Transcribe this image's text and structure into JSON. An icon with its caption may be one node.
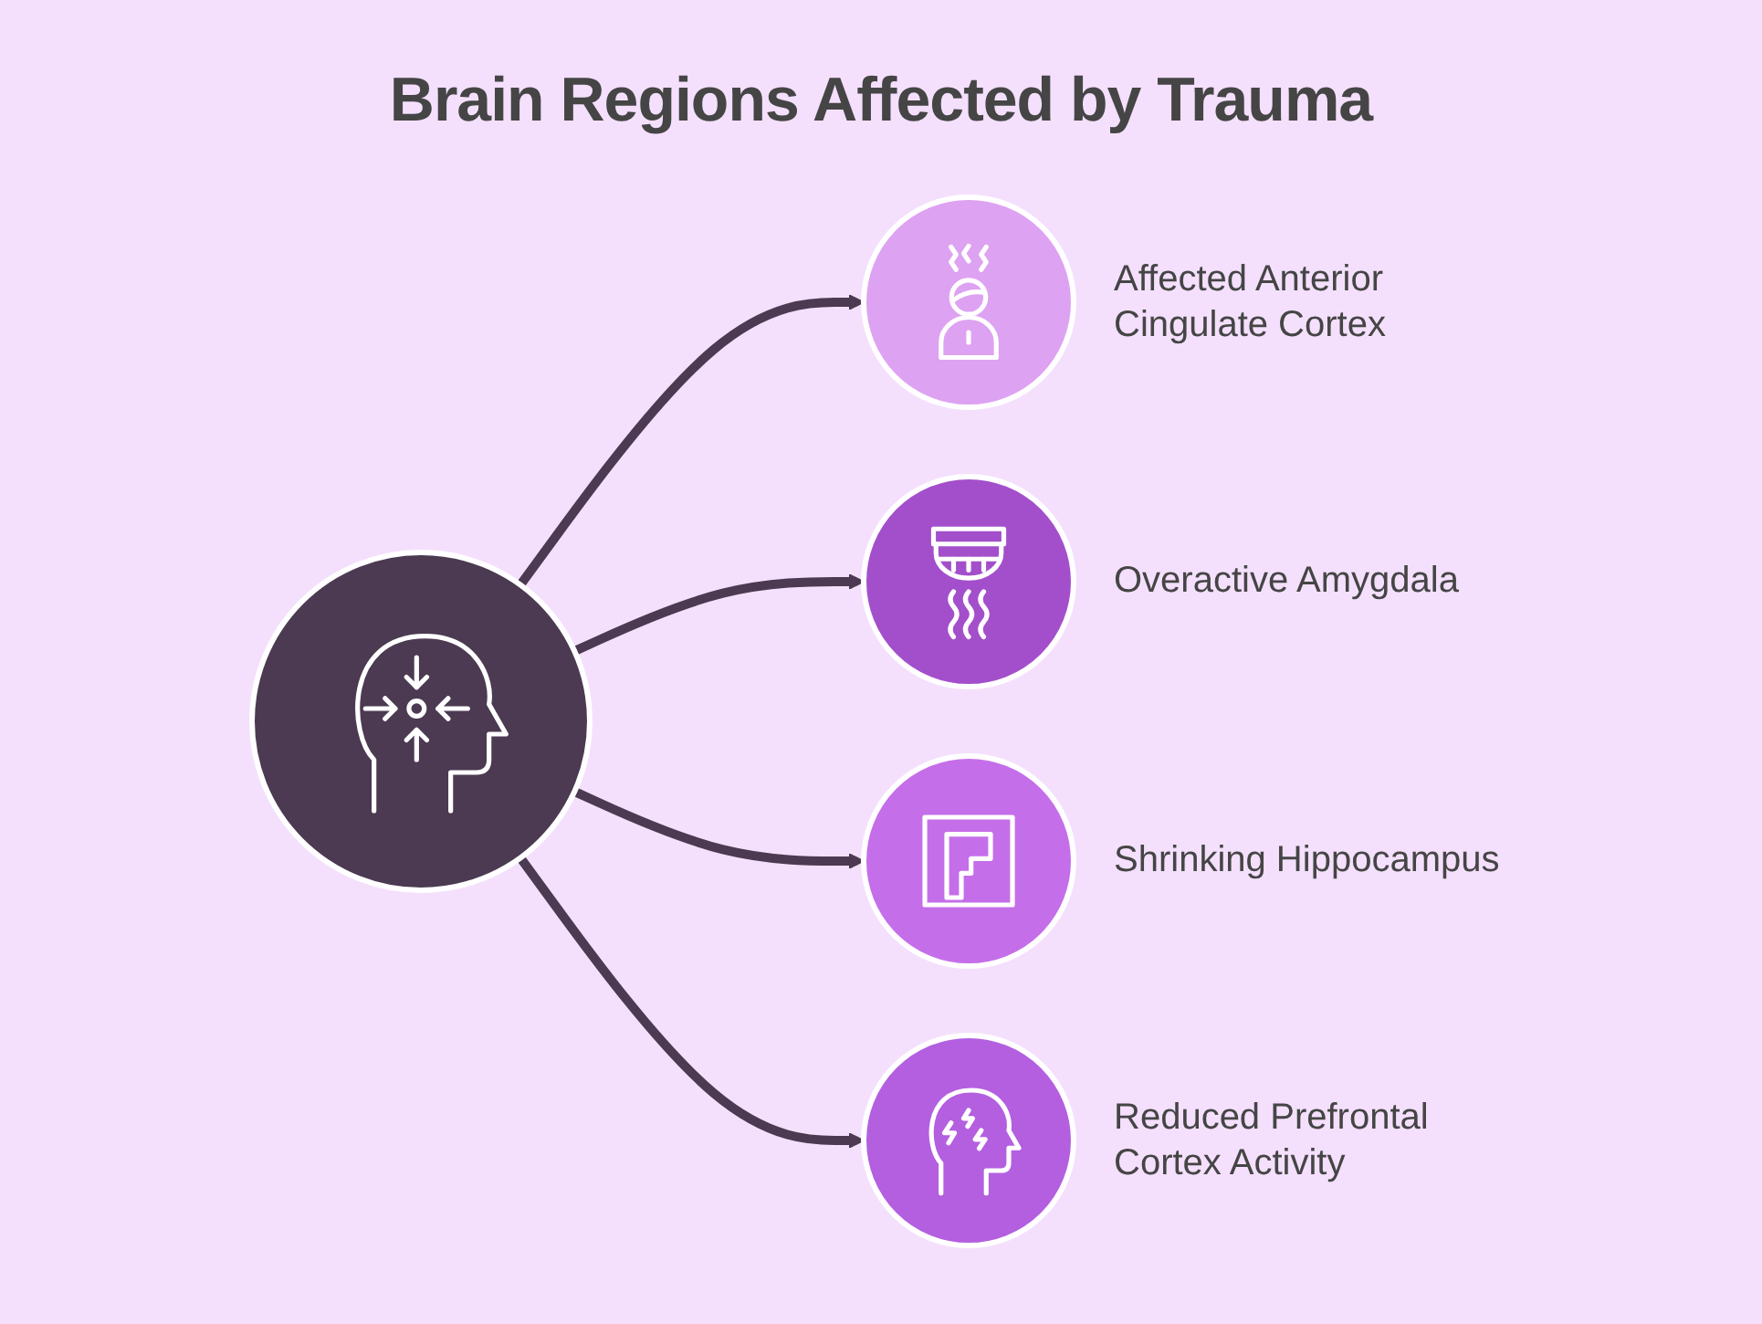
{
  "diagram": {
    "title": "Brain Regions Affected by Trauma",
    "nodes": [
      {
        "text": [],
        "shape": "circle",
        "beside": [
          "Affected Anterior Cingulate Cortex"
        ]
      },
      {
        "text": [],
        "shape": "circle",
        "beside": [
          "Overactive Amygdala"
        ]
      },
      {
        "text": [],
        "shape": "circle"
      },
      {
        "text": [],
        "shape": "circle",
        "beside": [
          "Shrinking Hippocampus"
        ]
      },
      {
        "text": [],
        "shape": "circle",
        "beside": [
          "Reduced Prefrontal Cortex Activity"
        ]
      }
    ],
    "edges": [
      {
        "from": 2,
        "to": 0,
        "arrow": "to"
      },
      {
        "from": 2,
        "to": 1,
        "arrow": "to"
      },
      {
        "from": 2,
        "to": 3,
        "arrow": "to"
      },
      {
        "from": 2,
        "to": 4,
        "arrow": "to"
      }
    ]
  }
}
